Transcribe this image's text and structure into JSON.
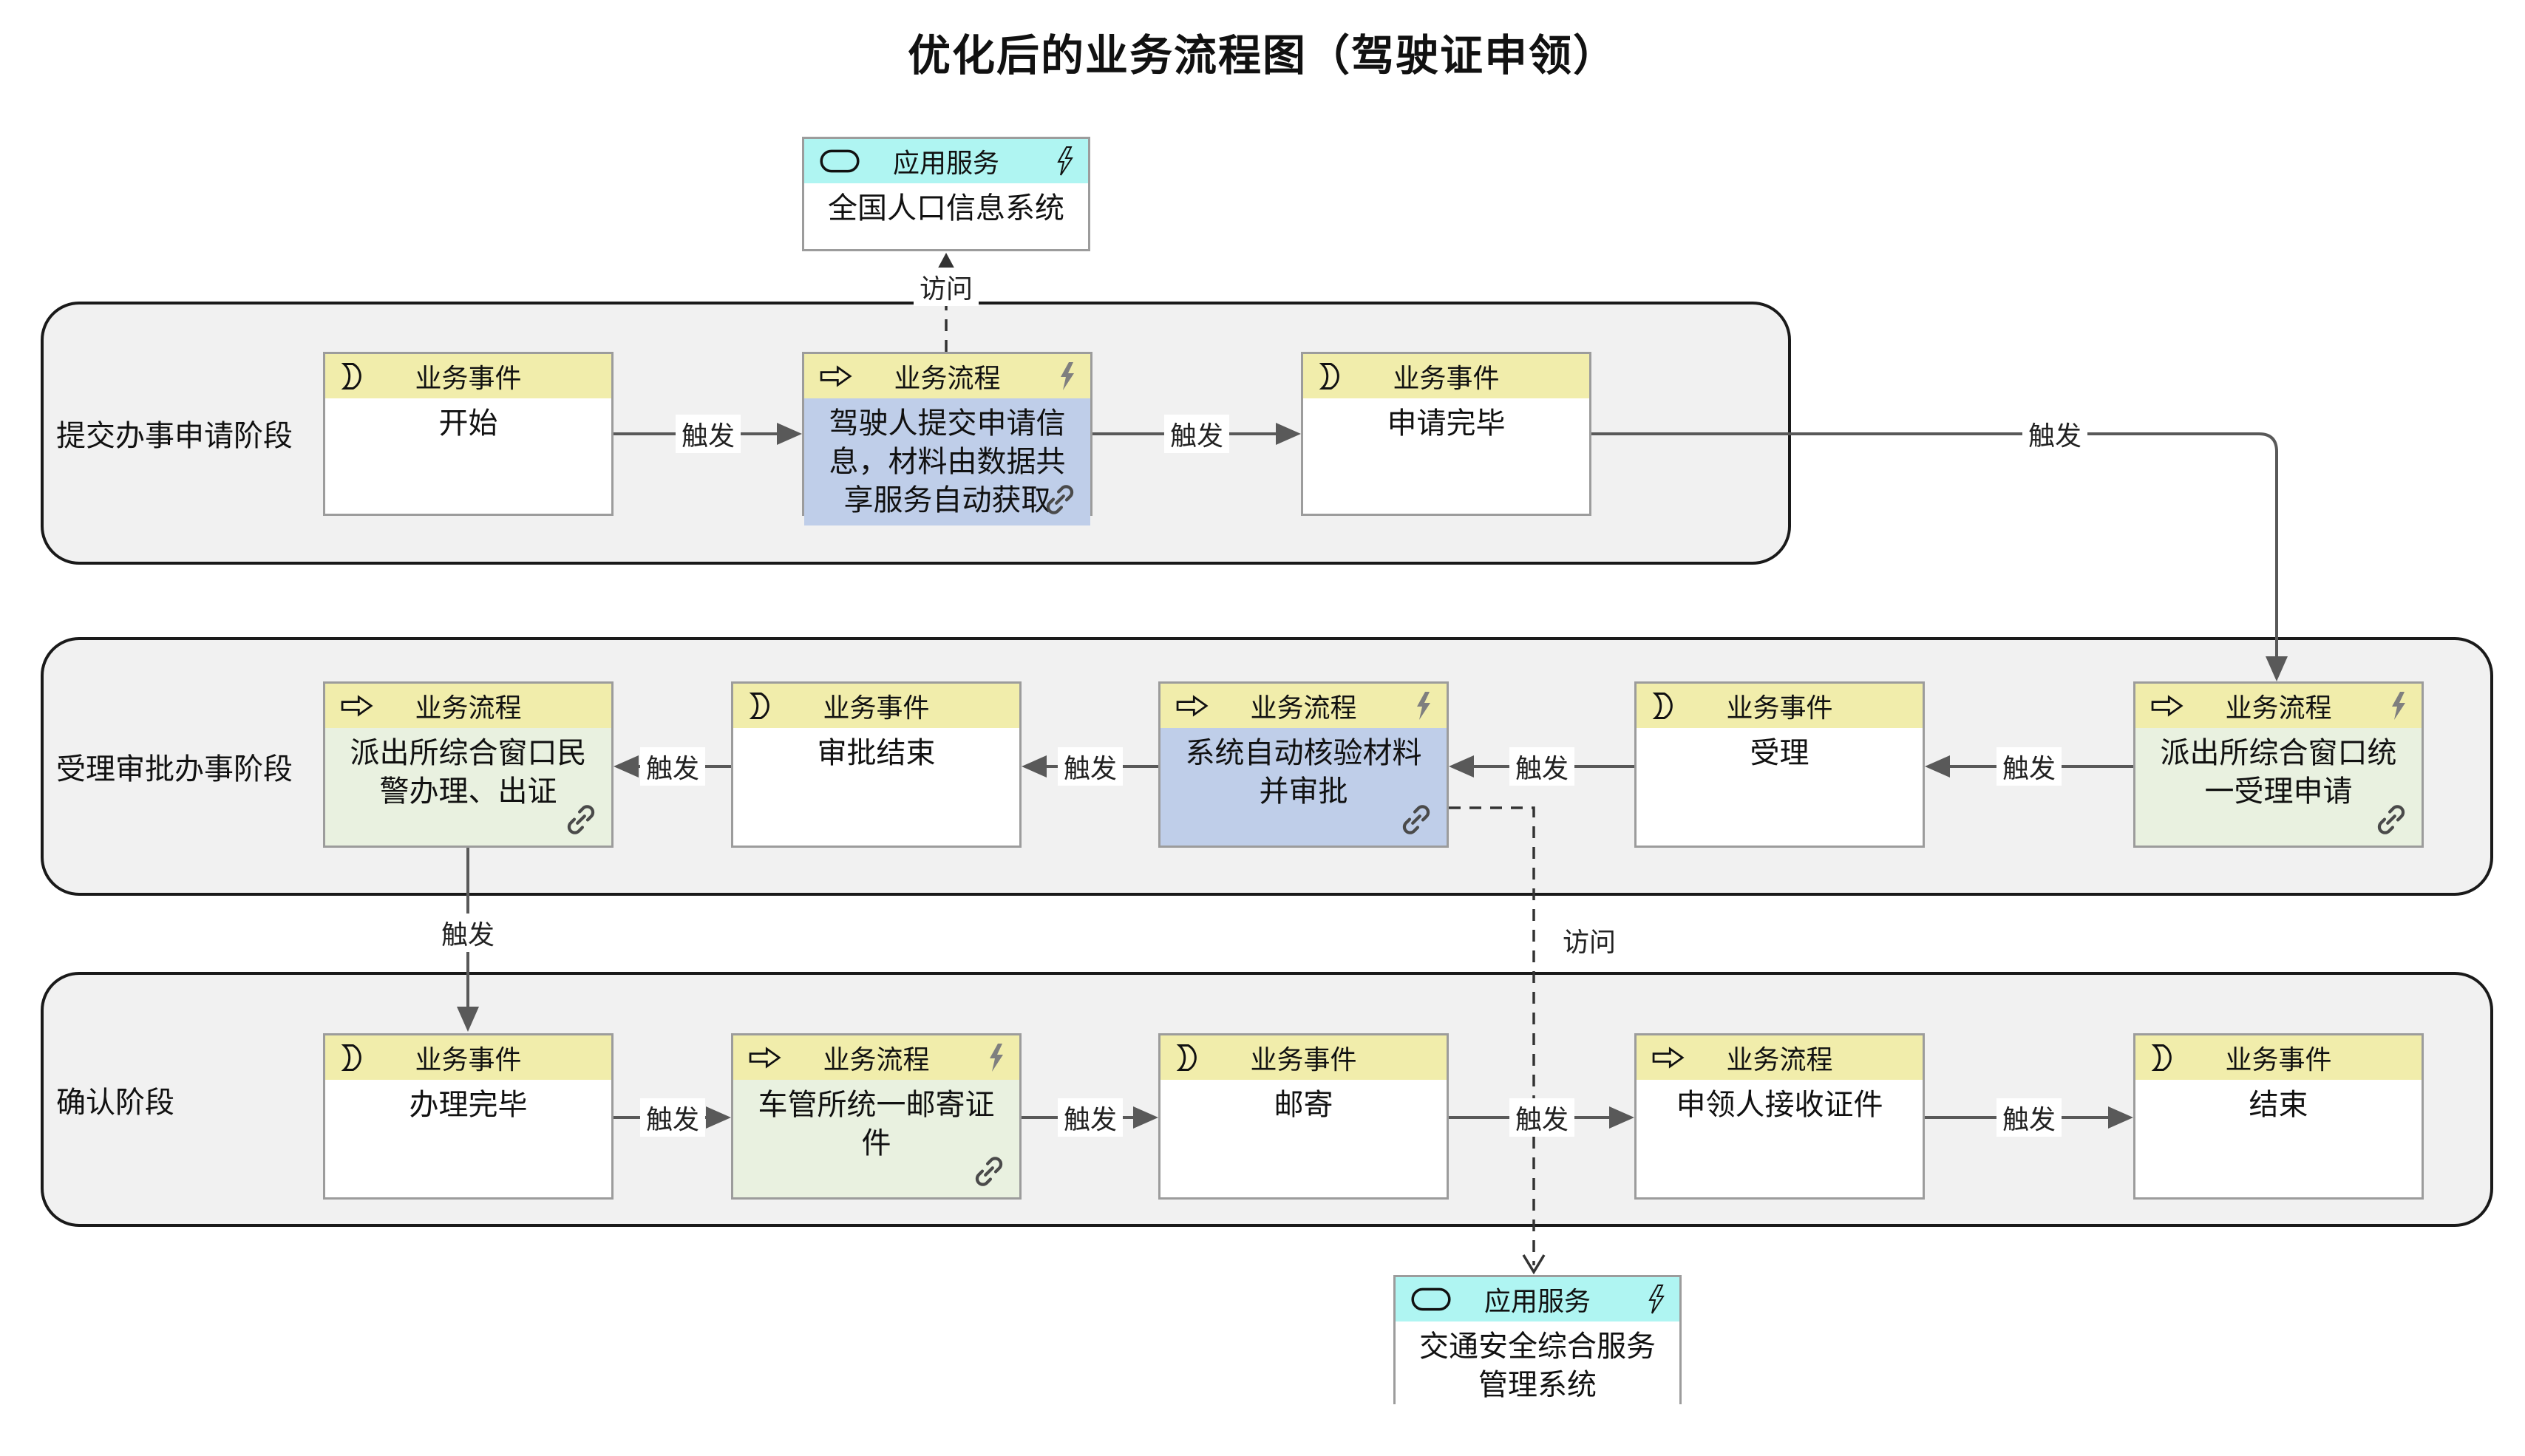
{
  "title": "优化后的业务流程图（驾驶证申领）",
  "types": {
    "event": "业务事件",
    "process": "业务流程",
    "service": "应用服务"
  },
  "relations": {
    "trigger": "触发",
    "access": "访问"
  },
  "lanes": [
    {
      "label": "提交办事申请阶段"
    },
    {
      "label": "受理审批办事阶段"
    },
    {
      "label": "确认阶段"
    }
  ],
  "nodes": {
    "start": {
      "type": "event",
      "name": "开始"
    },
    "submit_info": {
      "type": "process",
      "name": "驾驶人提交申请信息，材料由数据共享服务自动获取"
    },
    "apply_done": {
      "type": "event",
      "name": "申请完毕"
    },
    "police_window_handle": {
      "type": "process",
      "name": "派出所综合窗口民警办理、出证"
    },
    "approval_end": {
      "type": "event",
      "name": "审批结束"
    },
    "auto_verify": {
      "type": "process",
      "name": "系统自动核验材料并审批"
    },
    "accept": {
      "type": "event",
      "name": "受理"
    },
    "unified_accept": {
      "type": "process",
      "name": "派出所综合窗口统一受理申请"
    },
    "handle_done": {
      "type": "event",
      "name": "办理完毕"
    },
    "mail_cert": {
      "type": "process",
      "name": "车管所统一邮寄证件"
    },
    "mail": {
      "type": "event",
      "name": "邮寄"
    },
    "receive_cert": {
      "type": "process",
      "name": "申领人接收证件"
    },
    "end": {
      "type": "event",
      "name": "结束"
    },
    "population_system": {
      "type": "service",
      "name": "全国人口信息系统"
    },
    "traffic_system": {
      "type": "service",
      "name": "交通安全综合服务管理系统"
    }
  },
  "colors": {
    "header_yellow": "#F1EDAB",
    "icon_yellow": "#F7F3BC",
    "body_blue": "#BFCEE9",
    "body_green": "#E9F1E0",
    "header_cyan": "#AFF5F2",
    "lane_fill": "#F1F1F1",
    "arrow": "#595959",
    "box_border": "#9C9C9C"
  }
}
